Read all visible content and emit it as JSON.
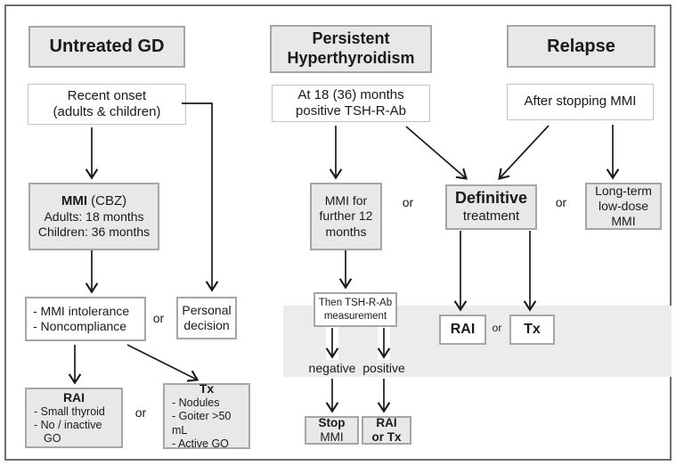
{
  "colors": {
    "box_fill": "#e8e8e8",
    "box_border": "#a6a6a6",
    "band_fill": "#ececec",
    "outer_border": "#6e6e6e",
    "arrow": "#1a1a1a"
  },
  "headers": {
    "untreated": "Untreated GD",
    "persistent_line1": "Persistent",
    "persistent_line2": "Hyperthyroidism",
    "relapse": "Relapse"
  },
  "boxes": {
    "recent_onset": {
      "line1": "Recent onset",
      "line2": "(adults & children)"
    },
    "at18": {
      "line1": "At 18 (36) months",
      "line2": "positive TSH-R-Ab"
    },
    "after_stopping": {
      "line1": "After stopping MMI"
    },
    "mmi_cbz": {
      "title_bold": "MMI",
      "title_rest": " (CBZ)",
      "line2": "Adults:    18 months",
      "line3": "Children: 36 months"
    },
    "mmi_further": {
      "line1": "MMI for",
      "line2": "further 12",
      "line3": "months"
    },
    "definitive": {
      "line1_bold": "Definitive",
      "line2": "treatment"
    },
    "long_term": {
      "line1": "Long-term",
      "line2": "low-dose",
      "line3": "MMI"
    },
    "then_tsh": {
      "line1": "Then TSH-R-Ab",
      "line2": "measurement"
    },
    "rai_band": {
      "label": "RAI"
    },
    "tx_band": {
      "label": "Tx"
    },
    "stop_mmi": {
      "line1_bold": "Stop",
      "line2": "MMI"
    },
    "rai_or_tx": {
      "line1_bold": "RAI",
      "line2_bold": "or Tx"
    },
    "rai_left": {
      "title": "RAI",
      "items": [
        "-  Small thyroid",
        "-  No / inactive",
        "GO"
      ]
    },
    "tx_left": {
      "title": "Tx",
      "items": [
        "-  Nodules",
        "-  Goiter >50 mL",
        "-  Active GO"
      ]
    },
    "intolerance": {
      "line1": "- MMI intolerance",
      "line2": "- Noncompliance"
    },
    "personal": {
      "line1": "Personal",
      "line2": "decision"
    }
  },
  "labels": {
    "or": "or",
    "negative": "negative",
    "positive": "positive"
  }
}
